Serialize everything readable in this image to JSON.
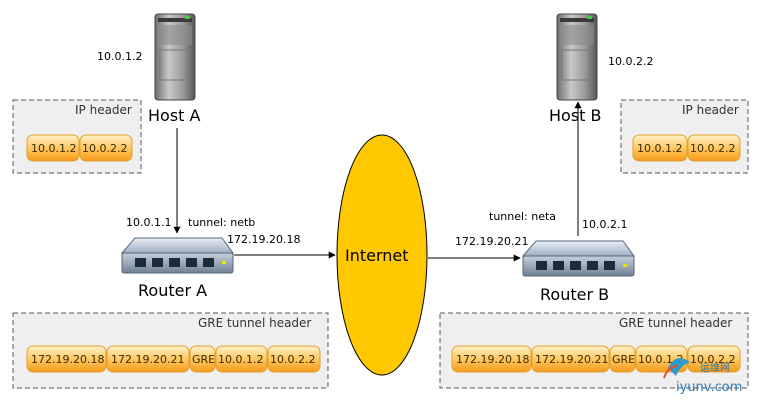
{
  "host_a": {
    "name": "Host A",
    "ip": "10.0.1.2"
  },
  "host_b": {
    "name": "Host B",
    "ip": "10.0.2.2"
  },
  "router_a": {
    "name": "Router A",
    "inner_ip": "10.0.1.1",
    "tunnel": "tunnel: netb",
    "outer_ip": "172.19.20.18"
  },
  "router_b": {
    "name": "Router B",
    "inner_ip": "10.0.2.1",
    "tunnel": "tunnel: neta",
    "outer_ip": "172.19.20.21"
  },
  "internet": {
    "label": "Internet",
    "color": "#ffc800"
  },
  "ip_header_left": {
    "title": "IP header",
    "fields": [
      "10.0.1.2",
      "10.0.2.2"
    ]
  },
  "ip_header_right": {
    "title": "IP header",
    "fields": [
      "10.0.1.2",
      "10.0.2.2"
    ]
  },
  "gre_left": {
    "title": "GRE tunnel header",
    "fields": [
      "172.19.20.18",
      "172.19.20.21",
      "GRE",
      "10.0.1.2",
      "10.0.2.2"
    ]
  },
  "gre_right": {
    "title": "GRE tunnel header",
    "fields": [
      "172.19.20.18",
      "172.19.20.21",
      "GRE",
      "10.0.1.2",
      "10.0.2.2"
    ]
  },
  "watermark": {
    "text": "iyunv.com",
    "cn": "运维网"
  }
}
